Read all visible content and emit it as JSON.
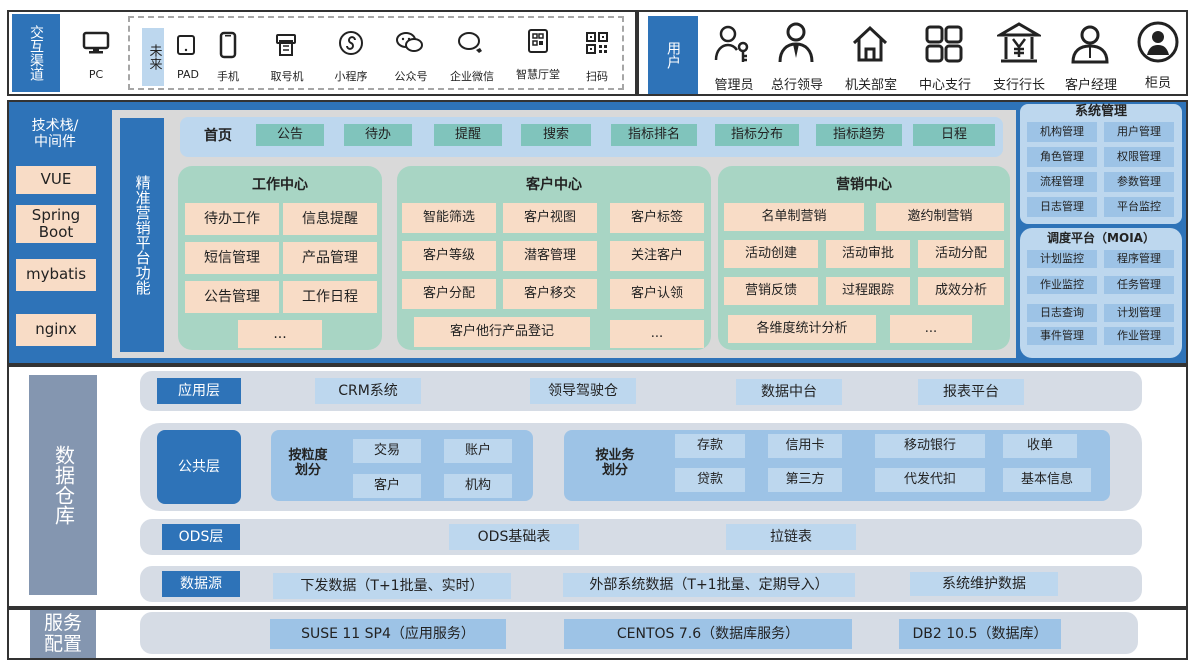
{
  "channels": {
    "title": "交互渠道",
    "pc": "PC",
    "future": "未来",
    "items": [
      "PAD",
      "手机",
      "取号机",
      "小程序",
      "公众号",
      "企业微信",
      "智慧厅堂",
      "扫码"
    ]
  },
  "users": {
    "title": "用户",
    "items": [
      "管理员",
      "总行领导",
      "机关部室",
      "中心支行",
      "支行行长",
      "客户经理",
      "柜员"
    ]
  },
  "tech": {
    "title": "技术栈/中间件",
    "items": [
      "VUE",
      "Spring Boot",
      "mybatis",
      "nginx"
    ]
  },
  "platform": {
    "title": "精准营销平台功能",
    "top_bar": {
      "home": "首页",
      "items": [
        "公告",
        "待办",
        "提醒",
        "搜索",
        "指标排名",
        "指标分布",
        "指标趋势",
        "日程"
      ]
    },
    "work_center": {
      "title": "工作中心",
      "items": [
        "待办工作",
        "信息提醒",
        "短信管理",
        "产品管理",
        "公告管理",
        "工作日程",
        "..."
      ]
    },
    "customer_center": {
      "title": "客户中心",
      "items": [
        "智能筛选",
        "客户视图",
        "客户标签",
        "客户等级",
        "潜客管理",
        "关注客户",
        "客户分配",
        "客户移交",
        "客户认领",
        "客户他行产品登记",
        "..."
      ]
    },
    "marketing_center": {
      "title": "营销中心",
      "items": [
        "名单制营销",
        "邀约制营销",
        "活动创建",
        "活动审批",
        "活动分配",
        "营销反馈",
        "过程跟踪",
        "成效分析",
        "各维度统计分析",
        "..."
      ]
    }
  },
  "system_mgmt": {
    "title": "系统管理",
    "items": [
      "机构管理",
      "用户管理",
      "角色管理",
      "权限管理",
      "流程管理",
      "参数管理",
      "日志管理",
      "平台监控"
    ]
  },
  "scheduler": {
    "title": "调度平台（MOIA）",
    "items": [
      "计划监控",
      "程序管理",
      "作业监控",
      "任务管理",
      "日志查询",
      "计划管理",
      "事件管理",
      "作业管理"
    ]
  },
  "warehouse": {
    "title": "数据仓库",
    "app_layer": {
      "label": "应用层",
      "items": [
        "CRM系统",
        "领导驾驶仓",
        "数据中台",
        "报表平台"
      ]
    },
    "common_layer": {
      "label": "公共层",
      "by_granularity": {
        "label": "按粒度划分",
        "items": [
          "交易",
          "账户",
          "客户",
          "机构"
        ]
      },
      "by_business": {
        "label": "按业务划分",
        "items": [
          "存款",
          "信用卡",
          "移动银行",
          "收单",
          "贷款",
          "第三方",
          "代发代扣",
          "基本信息"
        ]
      }
    },
    "ods_layer": {
      "label": "ODS层",
      "items": [
        "ODS基础表",
        "拉链表"
      ]
    },
    "source_layer": {
      "label": "数据源",
      "items": [
        "下发数据（T+1批量、实时）",
        "外部系统数据（T+1批量、定期导入）",
        "系统维护数据"
      ]
    }
  },
  "service": {
    "title": "服务配置",
    "items": [
      "SUSE 11 SP4（应用服务）",
      "CENTOS 7.6（数据库服务）",
      "DB2 10.5（数据库）"
    ]
  }
}
